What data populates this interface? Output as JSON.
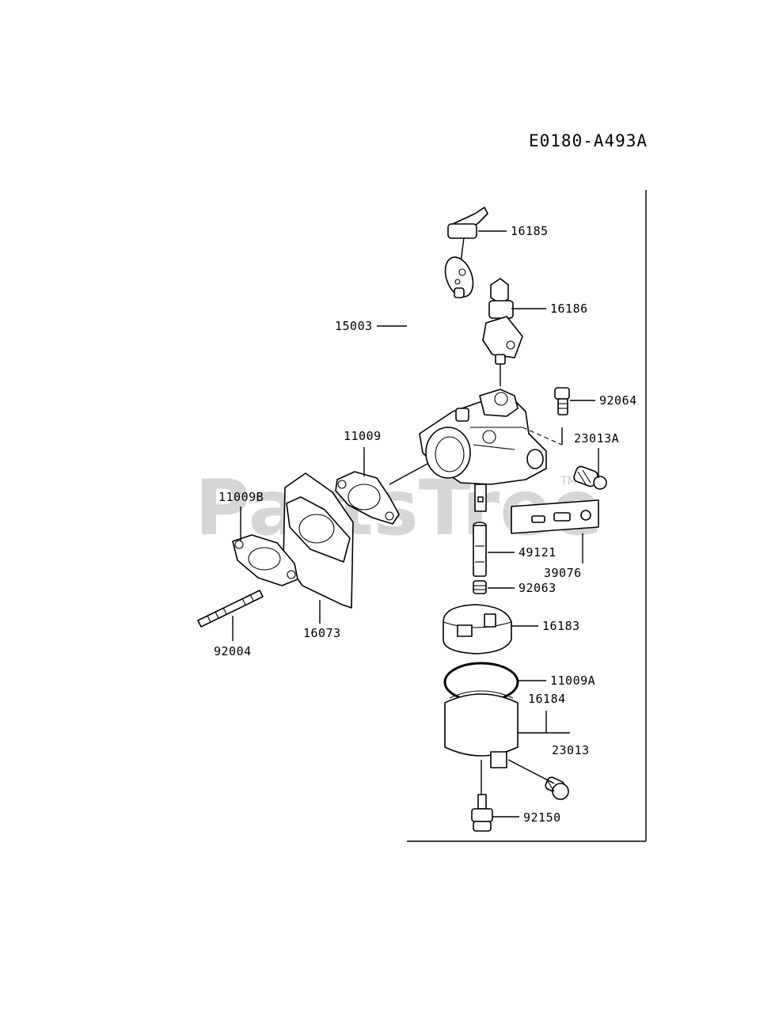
{
  "diagram_code": "E0180-A493A",
  "watermark": "PartsTree",
  "watermark_tm": "TM",
  "parts": {
    "p16185": "16185",
    "p16186": "16186",
    "p15003": "15003",
    "p92064": "92064",
    "p23013A": "23013A",
    "p11009": "11009",
    "p11009B": "11009B",
    "p39076": "39076",
    "p49121": "49121",
    "p92063": "92063",
    "p16183": "16183",
    "p16073": "16073",
    "p92004": "92004",
    "p11009A": "11009A",
    "p16184": "16184",
    "p23013": "23013",
    "p92150": "92150"
  }
}
